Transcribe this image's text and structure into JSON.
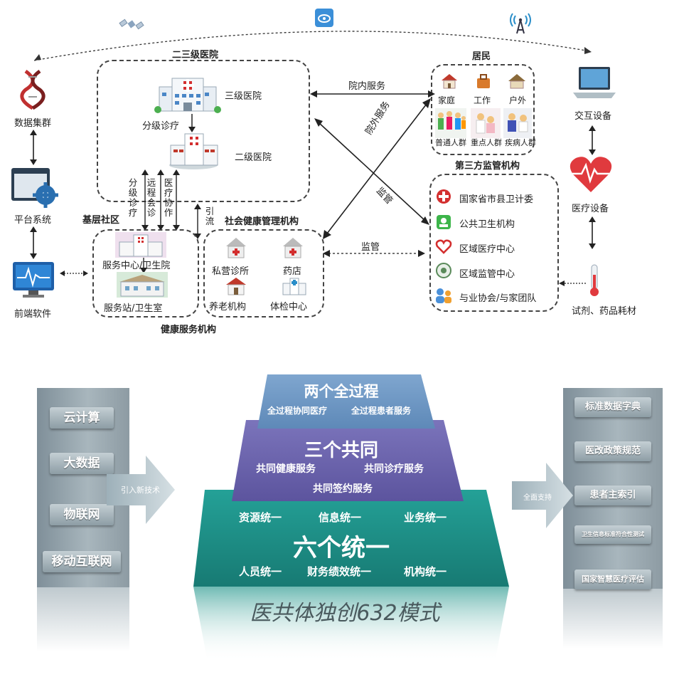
{
  "top": {
    "left_nodes": {
      "data_cluster": "数据集群",
      "platform_system": "平台系统",
      "frontend_software": "前端软件"
    },
    "right_nodes": {
      "interactive_device": "交互设备",
      "medical_device": "医疗设备",
      "reagents": "试剂、药品耗材"
    },
    "hospital_group": {
      "title": "二三级医院",
      "tertiary": "三级医院",
      "secondary": "二级医院",
      "triage": "分级诊疗"
    },
    "vertical_labels": [
      "分级诊疗",
      "远程会诊",
      "医疗协作"
    ],
    "referral": "引流",
    "community": {
      "title": "基层社区",
      "service_center": "服务中心/卫生院",
      "service_station": "服务站/卫生室"
    },
    "health_service_institutions": "健康服务机构",
    "social_health": {
      "title": "社会健康管理机构",
      "private_clinic": "私营诊所",
      "pharmacy": "药店",
      "elderly_care": "养老机构",
      "checkup_center": "体检中心"
    },
    "residents": {
      "title": "居民",
      "home": "家庭",
      "work": "工作",
      "outdoor": "户外",
      "general_population": "普通人群",
      "key_population": "重点人群",
      "patients": "疾病人群"
    },
    "regulators": {
      "title": "第三方监管机构",
      "items": [
        "国家省市县卫计委",
        "公共卫生机构",
        "区域医疗中心",
        "区域监管中心",
        "与业协会/与家团队"
      ]
    },
    "arrows": {
      "in_hospital": "院内服务",
      "out_hospital": "院外服务",
      "supervision_1": "监管",
      "supervision_2": "监管"
    }
  },
  "bottom": {
    "left_pills": [
      "云计算",
      "大数据",
      "物联网",
      "移动互联网"
    ],
    "left_arrow_label": "引入新技术",
    "right_arrow_label": "全面支持",
    "right_pills": [
      "标准数据字典",
      "医改政策规范",
      "患者主索引",
      "卫生信息标准符合性测试",
      "国家智慧医疗评估"
    ],
    "tier1": {
      "title": "两个全过程",
      "items": [
        "全过程协同医疗",
        "全过程患者服务"
      ]
    },
    "tier2": {
      "title": "三个共同",
      "items": [
        "共同健康服务",
        "共同诊疗服务",
        "共同签约服务"
      ]
    },
    "tier3": {
      "title": "六个统一",
      "items_top": [
        "资源统一",
        "信息统一",
        "业务统一"
      ],
      "items_bottom": [
        "人员统一",
        "财务绩效统一",
        "机构统一"
      ]
    },
    "model_title": "医共体独创632模式"
  },
  "colors": {
    "tier1": "#6c97c4",
    "tier2": "#6a63ac",
    "tier3": "#1c8c86",
    "heart": "#e03a3e",
    "dna": "#c03030"
  }
}
